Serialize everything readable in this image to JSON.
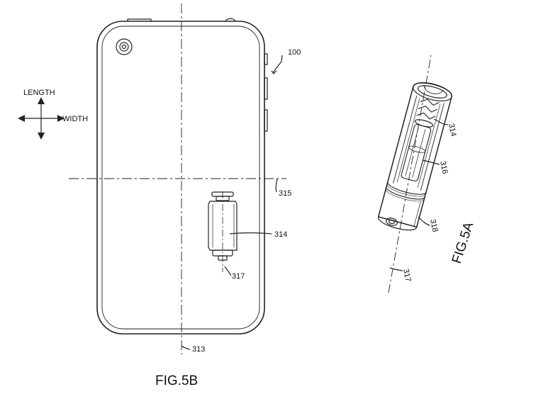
{
  "figures": {
    "fig_5b": "FIG.5B",
    "fig_5a": "FIG.5A"
  },
  "direction_labels": {
    "length": "LENGTH",
    "width": "WIDTH"
  },
  "reference_numerals": {
    "device": "100",
    "vertical_axis": "313",
    "horizontal_axis": "315",
    "actuator_5b": "314",
    "actuator_axis_5b": "317",
    "actuator_5a": "314",
    "core_5a": "316",
    "endcap_5a": "318",
    "axis_5a": "317"
  },
  "colors": {
    "line": "#222222",
    "background": "#ffffff"
  }
}
